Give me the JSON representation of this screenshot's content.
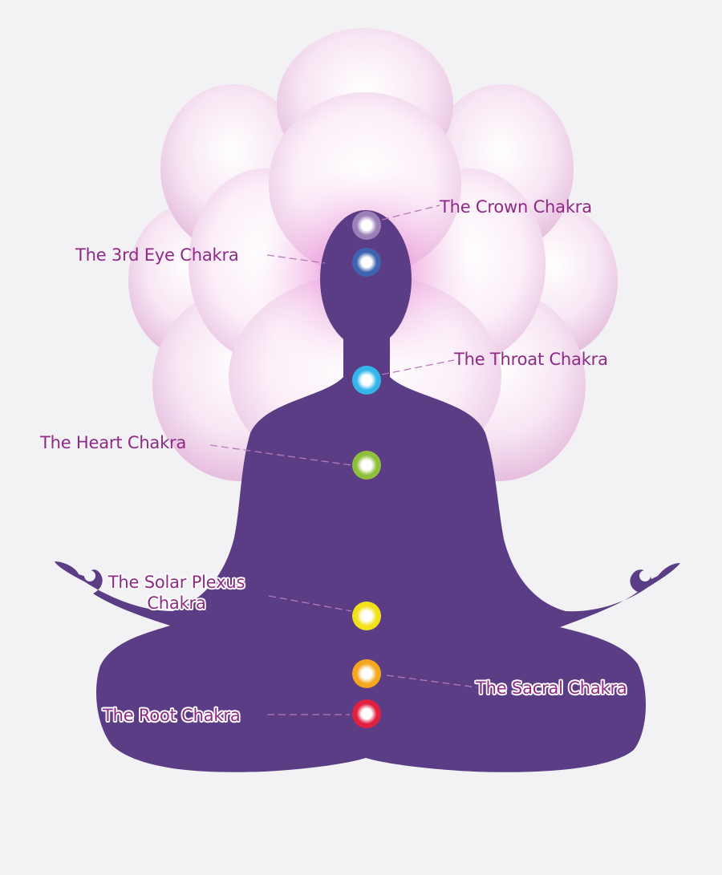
{
  "colors": {
    "background": "#f2f1f4",
    "silhouette": "#5b3d86",
    "lotus_light": "#fbf4fa",
    "lotus_mid": "#eccbe6",
    "lotus_deep": "#d98fcf",
    "glow": "#e05cc6",
    "label": "#8e2a86",
    "leader_line": "#b67ab8"
  },
  "chakras": [
    {
      "id": "crown",
      "label": "The Crown Chakra",
      "color": "#9a7fb8"
    },
    {
      "id": "third-eye",
      "label": "The 3rd Eye Chakra",
      "color": "#3f63b0"
    },
    {
      "id": "throat",
      "label": "The Throat Chakra",
      "color": "#34b5ea"
    },
    {
      "id": "heart",
      "label": "The Heart Chakra",
      "color": "#8fbf3a"
    },
    {
      "id": "solar-plexus",
      "label_line1": "The Solar Plexus",
      "label_line2": "Chakra",
      "color": "#f3e11a"
    },
    {
      "id": "sacral",
      "label": "The Sacral Chakra",
      "color": "#f3a61e"
    },
    {
      "id": "root",
      "label": "The Root Chakra",
      "color": "#e1203f"
    }
  ]
}
